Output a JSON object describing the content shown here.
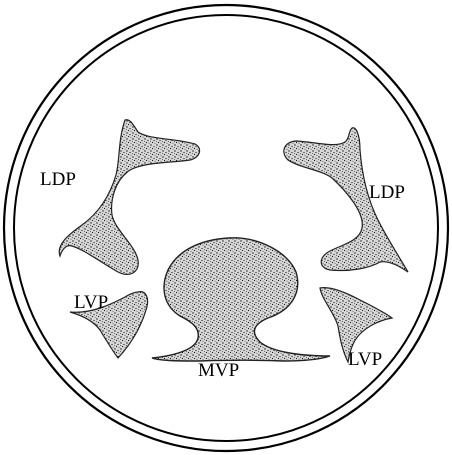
{
  "labels": {
    "ldp_left": "LDP",
    "ldp_right": "LDP",
    "lvp_left": "LVP",
    "lvp_right": "LVP",
    "mvp": "MVP"
  },
  "colors": {
    "outline": "#000000",
    "background": "#ffffff",
    "stipple": "#1a1a1a"
  }
}
